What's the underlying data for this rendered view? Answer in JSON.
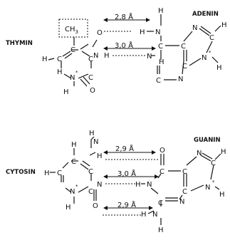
{
  "pair_top": {
    "left_label": "THYMIN",
    "right_label": "ADENIN",
    "methyl": "CH3",
    "distances": [
      "2,8 Å",
      "3,0 Å"
    ]
  },
  "pair_bottom": {
    "left_label": "CYTOSIN",
    "right_label": "GUANIN",
    "distances": [
      "2,9 Å",
      "3,0 Å",
      "2,9 Å"
    ]
  },
  "atoms": {
    "c": "C",
    "n": "N",
    "o": "O",
    "h": "H",
    "star": "*"
  }
}
